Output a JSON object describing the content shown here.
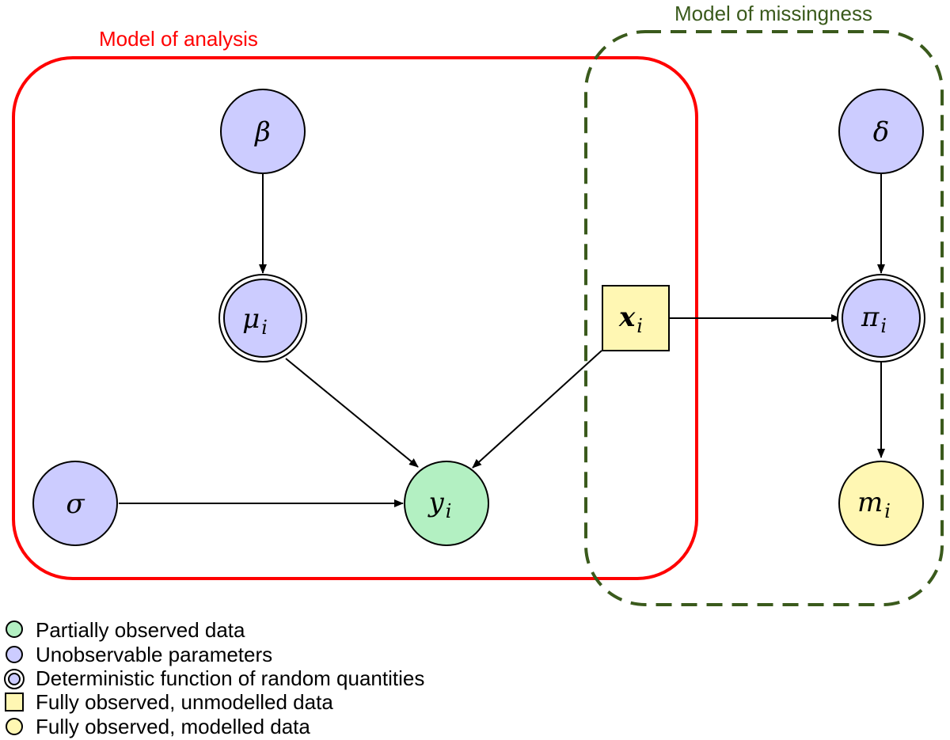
{
  "groups": {
    "analysis": {
      "label": "Model of analysis",
      "color": "#ff0000"
    },
    "missingness": {
      "label": "Model of missingness",
      "color": "#3a5a1c"
    }
  },
  "nodes": {
    "beta": {
      "symbol": "β",
      "sub": ""
    },
    "mu": {
      "symbol": "μ",
      "sub": "i"
    },
    "sigma": {
      "symbol": "σ",
      "sub": ""
    },
    "y": {
      "symbol": "y",
      "sub": "i"
    },
    "x": {
      "symbol": "x",
      "sub": "i"
    },
    "delta": {
      "symbol": "δ",
      "sub": ""
    },
    "pi": {
      "symbol": "π",
      "sub": "i"
    },
    "m": {
      "symbol": "m",
      "sub": "i"
    }
  },
  "colors": {
    "unobservable": "#ccccff",
    "partial": "#b3f0c2",
    "fully": "#fff7b3"
  },
  "legend": [
    {
      "kind": "partial",
      "text": "Partially observed data"
    },
    {
      "kind": "unobservable",
      "text": "Unobservable parameters"
    },
    {
      "kind": "deterministic",
      "text": "Deterministic function of random quantities"
    },
    {
      "kind": "square",
      "text": "Fully observed, unmodelled data"
    },
    {
      "kind": "fully",
      "text": "Fully observed, modelled data"
    }
  ]
}
